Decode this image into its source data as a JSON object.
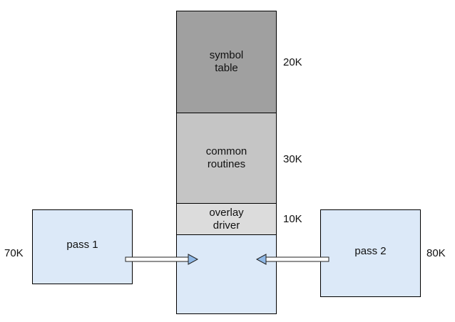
{
  "memory": {
    "symbol_table": {
      "line1": "symbol",
      "line2": "table",
      "size": "20K"
    },
    "common_routines": {
      "line1": "common",
      "line2": "routines",
      "size": "30K"
    },
    "overlay_driver": {
      "line1": "overlay",
      "line2": "driver",
      "size": "10K"
    }
  },
  "passes": {
    "pass1": {
      "label": "pass 1",
      "size": "70K"
    },
    "pass2": {
      "label": "pass 2",
      "size": "80K"
    }
  },
  "colors": {
    "symbol_table": "#a0a0a0",
    "common_routines": "#c5c5c5",
    "overlay_driver": "#dcdcdc",
    "pass_box": "#dce9f8",
    "arrow_fill": "#8fb8e6"
  }
}
